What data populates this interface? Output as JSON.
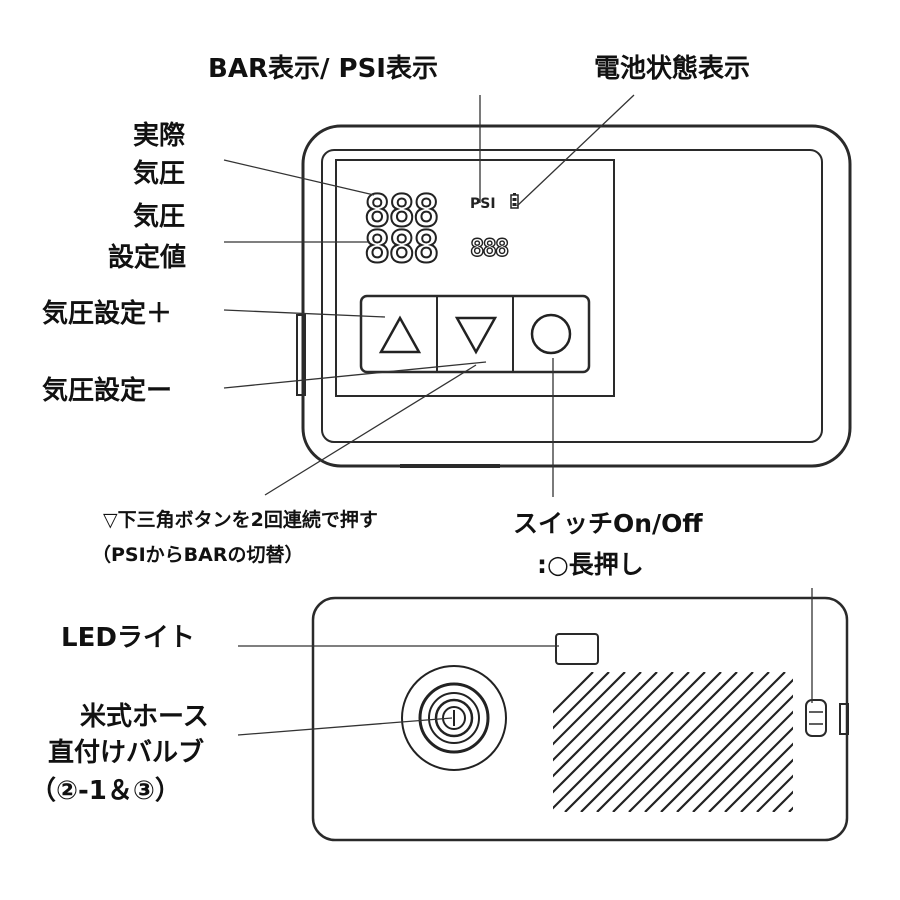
{
  "labels": {
    "bar_psi": "BAR表示/ PSI表示",
    "battery": "電池状態表示",
    "actual_pressure": [
      "実際",
      "気圧"
    ],
    "set_pressure": [
      "気圧",
      "設定値"
    ],
    "pressure_up": "気圧設定＋",
    "pressure_down": "気圧設定ー",
    "down_triangle_note": [
      "▽下三角ボタンを2回連続で押す",
      "（PSIからBARの切替）"
    ],
    "power_switch": [
      "スイッチOn/Off",
      ":○長押し"
    ],
    "led_light": "LEDライト",
    "valve": [
      "米式ホース",
      "直付けバルブ",
      "（②-1＆③）"
    ]
  },
  "lcd": {
    "actual_digits": "888",
    "set_digits": "888",
    "set_small_digits": "888",
    "unit": "PSI"
  },
  "icons": {
    "up_button": "triangle-up-icon",
    "down_button": "triangle-down-icon",
    "power_button": "circle-icon",
    "battery": "battery-icon"
  },
  "colors": {
    "ink": "#111111",
    "outline": "#2a2a2a",
    "background": "#ffffff"
  }
}
